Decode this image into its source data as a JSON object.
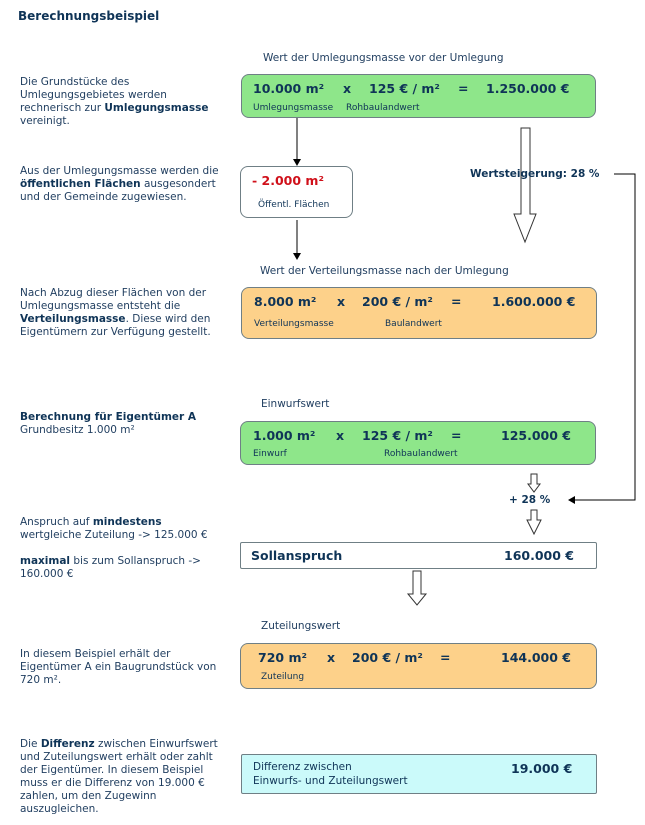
{
  "title": "Berechnungsbeispiel",
  "sidebar": {
    "block1": {
      "pre": "Die Grundstücke des Umlegungsgebietes werden rechnerisch zur ",
      "bold": "Umlegungsmasse",
      "post": " vereinigt."
    },
    "block2": {
      "pre": "Aus der Umlegungsmasse werden die ",
      "bold": "öffentlichen Flächen",
      "post": " ausgesondert und der Gemeinde zugewiesen."
    },
    "block3": {
      "pre": "Nach Abzug dieser Flächen von der Umlegungsmasse entsteht die ",
      "bold": "Verteilungsmasse",
      "post": ". Diese wird den Eigentümern zur Verfügung gestellt."
    },
    "block4": {
      "heading": "Berechnung für Eigentümer A",
      "text": "Grundbesitz 1.000 m²"
    },
    "block5": {
      "line1_pre": "Anspruch auf ",
      "line1_bold": "mindestens",
      "line1_post": " wertgleiche Zuteilung -> 125.000 €",
      "line2_bold": "maximal",
      "line2_post": " bis zum Sollanspruch -> 160.000 €"
    },
    "block6": {
      "text": "In diesem Beispiel erhält der Eigentümer A ein Baugrundstück von 720 m²."
    },
    "block7": {
      "pre": "Die ",
      "bold": "Differenz",
      "post": " zwischen Einwurfswert und Zuteilungswert erhält oder zahlt der Eigentümer. In diesem Beispiel muss er die Differenz von 19.000 € zahlen, um den Zugewinn auszugleichen."
    }
  },
  "captions": {
    "umlegung": "Wert der Umlegungsmasse vor der Umlegung",
    "verteilung": "Wert der Verteilungsmasse nach der Umlegung",
    "einwurf": "Einwurfswert",
    "zuteilung": "Zuteilungswert"
  },
  "box_umlegung": {
    "area": "10.000 m²",
    "op": "x",
    "price": "125 € / m²",
    "eq": "=",
    "total": "1.250.000 €",
    "label1": "Umlegungsmasse",
    "label2": "Rohbaulandwert"
  },
  "box_oeffentlich": {
    "area": "- 2.000 m²",
    "label": "Öffentl. Flächen"
  },
  "wertsteigerung": "Wertsteigerung: 28 %",
  "box_verteilung": {
    "area": "8.000 m²",
    "op": "x",
    "price": "200 € / m²",
    "eq": "=",
    "total": "1.600.000 €",
    "label1": "Verteilungsmasse",
    "label2": "Baulandwert"
  },
  "box_einwurf": {
    "area": "1.000 m²",
    "op": "x",
    "price": "125 € / m²",
    "eq": "=",
    "total": "125.000 €",
    "label1": "Einwurf",
    "label2": "Rohbaulandwert"
  },
  "plus_percent": "+ 28 %",
  "box_soll": {
    "label": "Sollanspruch",
    "total": "160.000 €"
  },
  "box_zuteilung": {
    "area": "720 m²",
    "op": "x",
    "price": "200 € / m²",
    "eq": "=",
    "total": "144.000 €",
    "label": "Zuteilung"
  },
  "box_differenz": {
    "label1": "Differenz zwischen",
    "label2": "Einwurfs- und Zuteilungswert",
    "total": "19.000 €"
  },
  "colors": {
    "green": "#8ee68a",
    "orange": "#fdd18a",
    "cyan": "#cbfafa",
    "red": "#d0101a",
    "text": "#0f3457"
  }
}
